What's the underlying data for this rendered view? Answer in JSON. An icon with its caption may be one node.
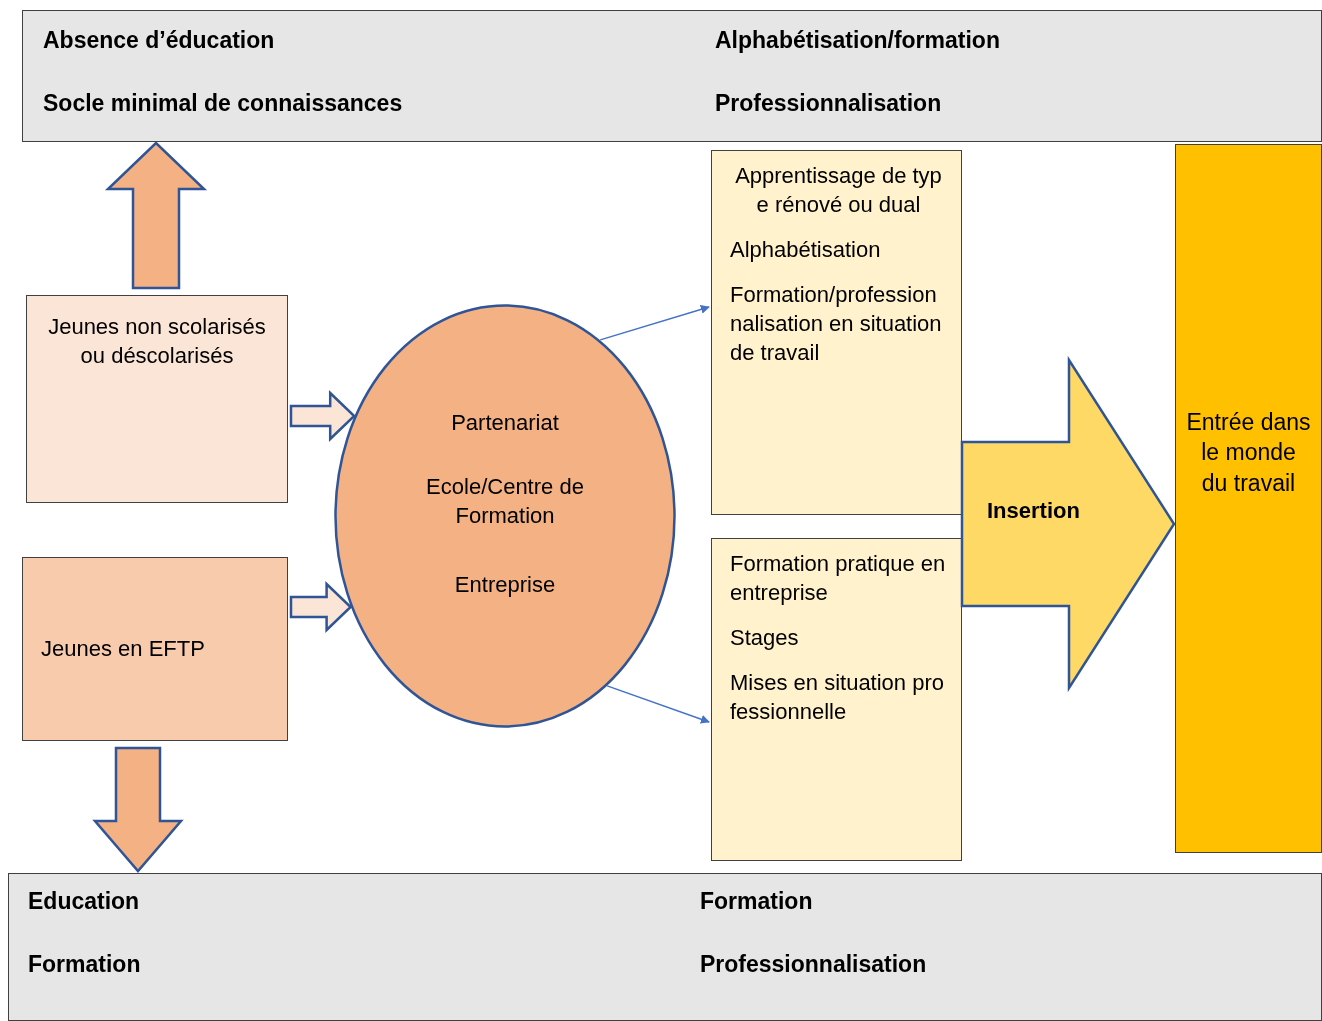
{
  "diagram": {
    "nodes": [
      {
        "text": [
          "Absence d’éducation",
          "Alphabétisation/formation",
          "Socle minimal de connaissances",
          "Professionnalisation"
        ]
      },
      {
        "text": [
          "Jeunes non scolarisés ou déscolarisés"
        ]
      },
      {
        "text": [
          "Jeunes en EFTP"
        ]
      },
      {
        "text": [
          "Partenariat",
          "Ecole/Centre de Formation",
          "Entreprise"
        ]
      },
      {
        "text": [
          "Apprentissage de type rénové ou dual",
          "Alphabétisation",
          "Formation/professionnalisation en situation de travail"
        ]
      },
      {
        "text": [
          "Formation pratique en entreprise",
          "Stages",
          "Mises en situation professionnelle"
        ]
      },
      {
        "text": [
          "Insertion"
        ]
      },
      {
        "text": [
          "Entrée dans le monde du travail"
        ]
      },
      {
        "text": [
          "Education",
          "Formation",
          "Formation",
          "Professionnalisation"
        ]
      }
    ],
    "edges": [
      {
        "from": 1,
        "to": 0,
        "arrow": "to",
        "style": "thick",
        "color": "#f4b183"
      },
      {
        "from": 2,
        "to": 8,
        "arrow": "to",
        "style": "thick",
        "color": "#f4b183"
      },
      {
        "from": 1,
        "to": 3,
        "arrow": "to",
        "style": "thick",
        "color": "#fbe5d6"
      },
      {
        "from": 2,
        "to": 3,
        "arrow": "to",
        "style": "thick",
        "color": "#fbe5d6"
      },
      {
        "from": 3,
        "to": 4,
        "arrow": "to"
      },
      {
        "from": 3,
        "to": 5,
        "arrow": "to"
      }
    ]
  }
}
